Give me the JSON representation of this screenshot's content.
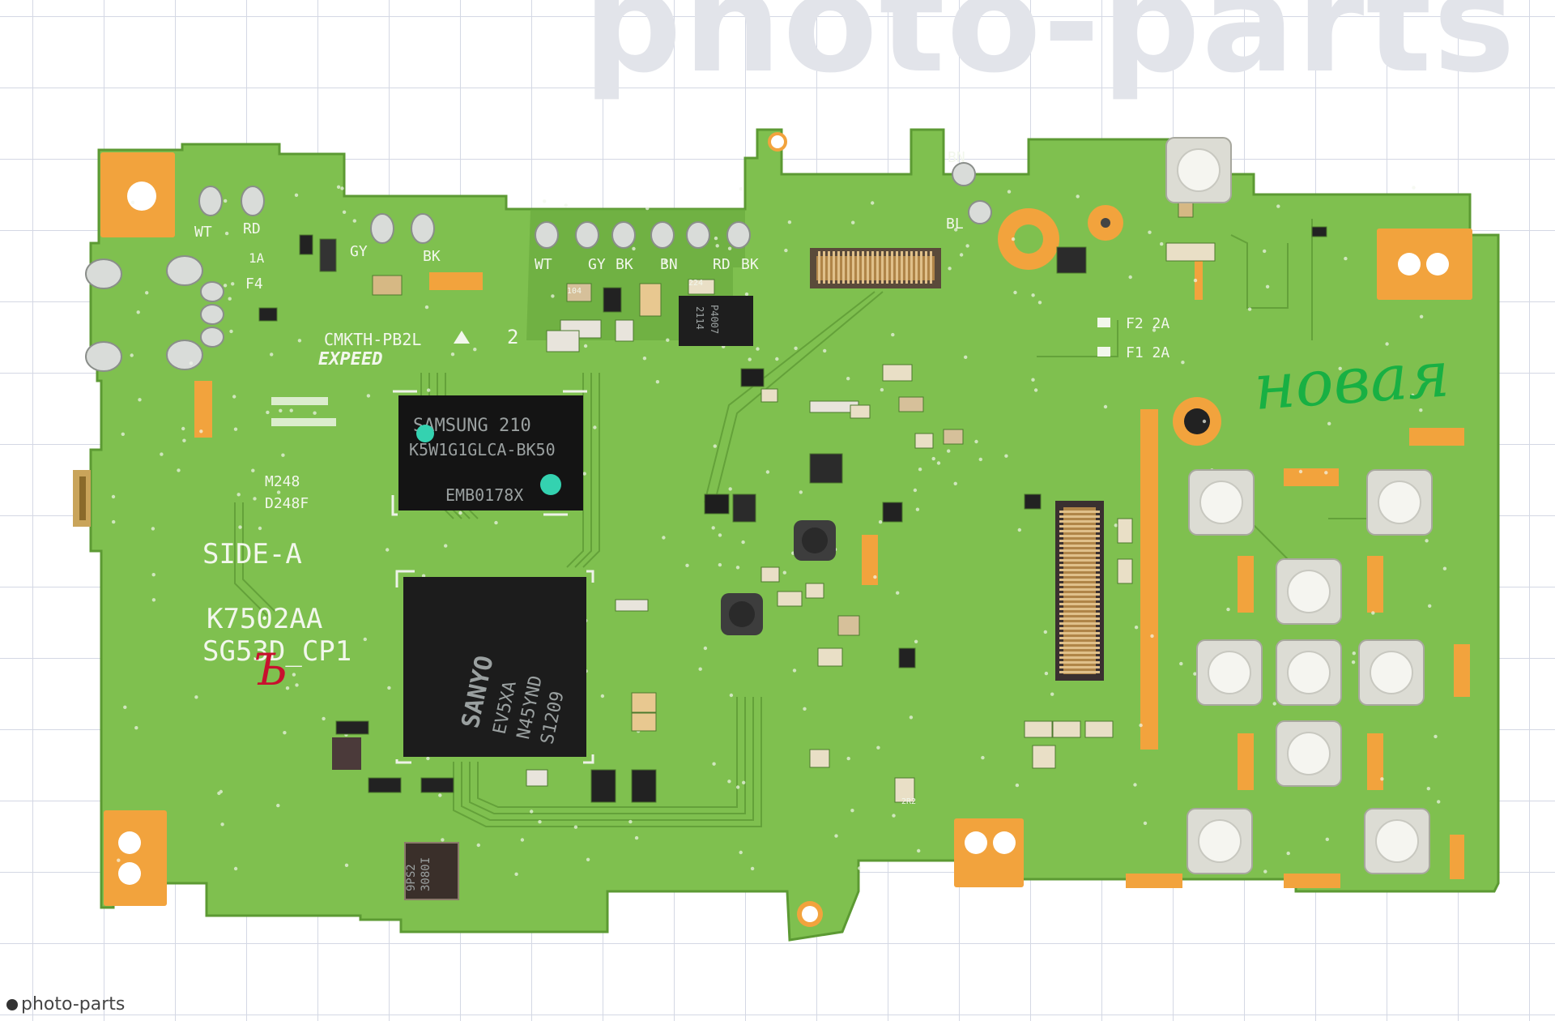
{
  "watermarks": {
    "top": "photo-parts",
    "footer": "photo-parts"
  },
  "board": {
    "silkscreen": {
      "model": "CMKTH-PB2L",
      "rev": "2",
      "brand": "EXPEED",
      "side": "SIDE-A",
      "part1": "K7502AA",
      "part2": "SG53D_CP1",
      "m_code": "M248",
      "d_code": "D248F",
      "fuse_f4": "F4",
      "fuse_1a": "1A",
      "fuse_f2": "F2 2A",
      "fuse_f1": "F1 2A"
    },
    "wire_labels": {
      "wt1": "WT",
      "rd1": "RD",
      "gy1": "GY",
      "bk1": "BK",
      "wt2": "WT",
      "gy2": "GY",
      "bk2": "BK",
      "bn2": "BN",
      "rd2": "RD",
      "bk3": "BK",
      "bn3": "BN",
      "bl3": "BL"
    },
    "chips": {
      "ram_line1": "SAMSUNG  210",
      "ram_line2": "K5W1G1GLCA-BK50",
      "ram_line3": "EMB0178X",
      "cpu_brand": "SANYO",
      "cpu_line1": "EV5XA",
      "cpu_line2": "N45YND",
      "cpu_line3": "S1209",
      "small_chip1": "P4007",
      "small_chip1b": "2114",
      "osc_line1": "9PS2",
      "osc_line2": "3080I",
      "cap_104": "104",
      "cap_224": "224",
      "cap_2r2": "2R2"
    },
    "handwriting": {
      "green": "новая",
      "red": "Ъ"
    }
  }
}
